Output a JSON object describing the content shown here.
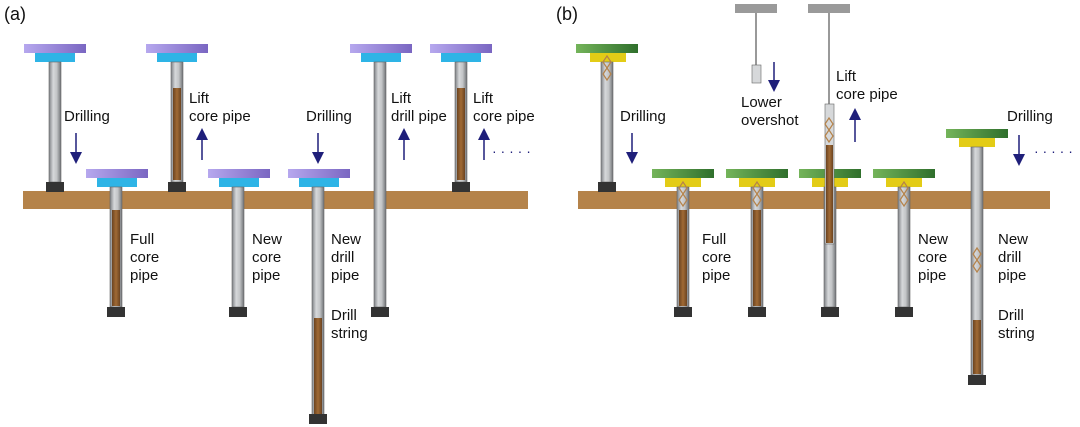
{
  "panels": {
    "a": {
      "label": "(a)",
      "steps": {
        "drilling_1": [
          "Drilling"
        ],
        "lift_core_1": [
          "Lift",
          "core pipe"
        ],
        "drilling_2": [
          "Drilling"
        ],
        "lift_drill": [
          "Lift",
          "drill pipe"
        ],
        "lift_core_2": [
          "Lift",
          "core pipe"
        ],
        "full_core": [
          "Full",
          "core",
          "pipe"
        ],
        "new_core": [
          "New",
          "core",
          "pipe"
        ],
        "new_drill": [
          "New",
          "drill",
          "pipe"
        ],
        "drill_string": [
          "Drill",
          "string"
        ]
      },
      "ellipsis": "· · · · ·"
    },
    "b": {
      "label": "(b)",
      "steps": {
        "drilling_1": [
          "Drilling"
        ],
        "lower_overshot": [
          "Lower",
          "overshot"
        ],
        "lift_core": [
          "Lift",
          "core pipe"
        ],
        "drilling_2": [
          "Drilling"
        ],
        "full_core": [
          "Full",
          "core",
          "pipe"
        ],
        "new_core": [
          "New",
          "core",
          "pipe"
        ],
        "new_drill": [
          "New",
          "drill",
          "pipe"
        ],
        "drill_string": [
          "Drill",
          "string"
        ]
      },
      "ellipsis": "· · · · ·"
    }
  },
  "colors": {
    "ground": "#B5834A",
    "core": "#8B5A2B",
    "pipe": "#B8BBBE",
    "rig_a_top": "#9B8BD8",
    "rig_a_mount": "#2EB4E6",
    "rig_b_top": "#3E8A3A",
    "rig_b_mount": "#E3CC16",
    "hoist": "#9A9A9A",
    "arrow": "#1F1F7A",
    "bit": "#333333"
  }
}
